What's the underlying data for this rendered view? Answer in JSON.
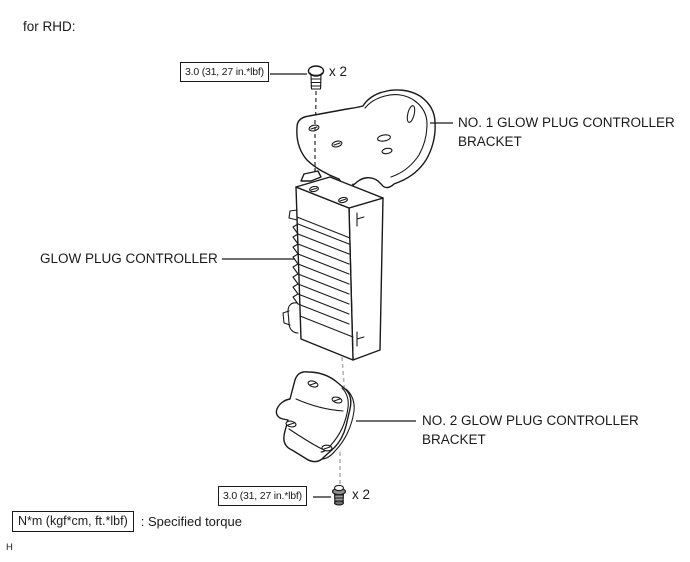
{
  "page": {
    "heading": "for RHD:",
    "footnote": "H",
    "background": "#ffffff"
  },
  "diagram": {
    "labels": {
      "no1_bracket": {
        "line1": "NO. 1 GLOW PLUG CONTROLLER",
        "line2": "BRACKET"
      },
      "controller": "GLOW PLUG CONTROLLER",
      "no2_bracket": {
        "line1": "NO. 2 GLOW PLUG CONTROLLER",
        "line2": "BRACKET"
      }
    },
    "torque_callouts": {
      "top": {
        "value": "3.0 (31, 27 in.*lbf)",
        "quantity": "x 2"
      },
      "bottom": {
        "value": "3.0 (31, 27 in.*lbf)",
        "quantity": "x 2"
      }
    },
    "icons": {
      "top_bolt": "bolt-icon",
      "bottom_bolt": "bolt-icon"
    },
    "colors": {
      "line": "#1a1a1a",
      "dashed_gray": "#b3b3b3",
      "background": "#ffffff"
    }
  },
  "legend": {
    "unit_box": "N*m (kgf*cm, ft.*lbf)",
    "description": ": Specified torque"
  }
}
